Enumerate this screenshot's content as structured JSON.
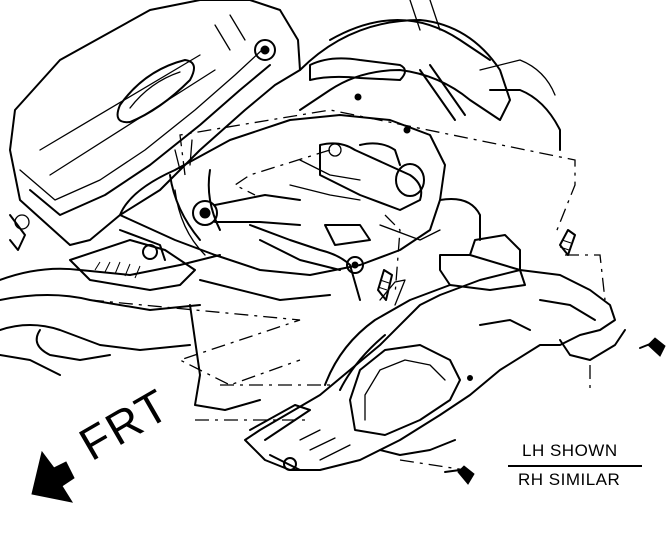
{
  "direction_label": "FRT",
  "view_note": {
    "top": "LH SHOWN",
    "bottom": "RH SIMILAR"
  }
}
